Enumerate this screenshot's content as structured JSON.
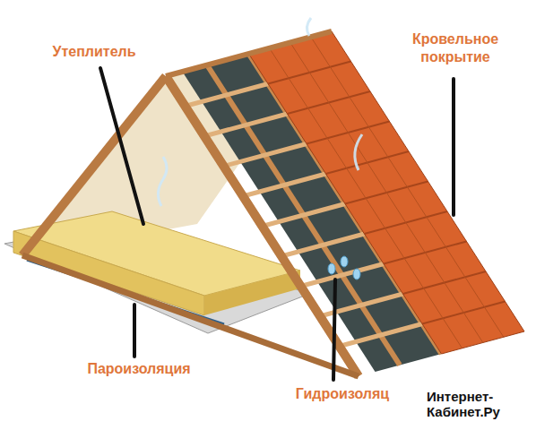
{
  "diagram": {
    "labels": [
      "Утеплитель",
      "Кровельное покрытие",
      "Пароизоляция",
      "Гидроизоляц",
      "Интернет- Кабинет.Ру"
    ]
  }
}
